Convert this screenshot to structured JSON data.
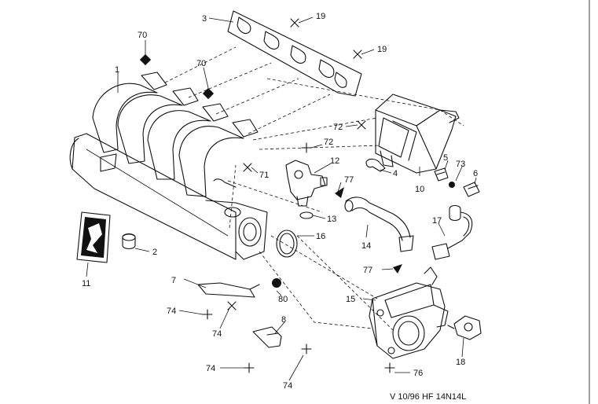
{
  "labels": {
    "p1": "1",
    "p2": "2",
    "p3": "3",
    "p4": "4",
    "p5": "5",
    "p6": "6",
    "p7": "7",
    "p8": "8",
    "p10": "10",
    "p11": "11",
    "p12": "12",
    "p13": "13",
    "p14": "14",
    "p15": "15",
    "p16": "16",
    "p17": "17",
    "p18": "18",
    "p19a": "19",
    "p19b": "19",
    "p70a": "70",
    "p70b": "70",
    "p71": "71",
    "p72a": "72",
    "p72b": "72",
    "p73": "73",
    "p74a": "74",
    "p74b": "74",
    "p74c": "74",
    "p74d": "74",
    "p76": "76",
    "p77a": "77",
    "p77b": "77",
    "p80": "80"
  },
  "reference": "V 10/96 HF 14N14L",
  "colors": {
    "ink": "#111111",
    "background": "#ffffff"
  }
}
